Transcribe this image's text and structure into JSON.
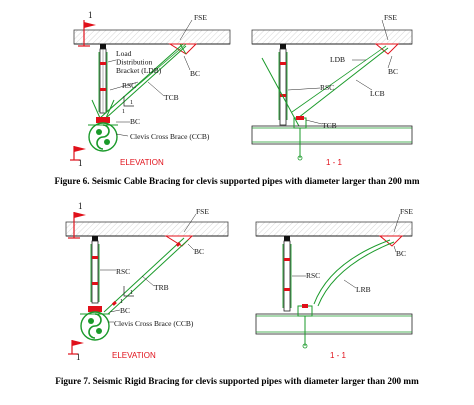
{
  "figure6": {
    "caption": "Figure 6. Seismic Cable Bracing for clevis supported pipes with diameter larger than 200 mm",
    "elevation": {
      "labels": {
        "section_mark": "1",
        "section_mark_bottom": "1",
        "fse": "FSE",
        "ldb": "Load\nDistribution\nBracket (LDB)",
        "bc_top": "BC",
        "rsc": "RSC",
        "tcb": "TCB",
        "slope_1a": "1",
        "slope_1b": "1",
        "bc_bottom": "BC",
        "ccb": "Clevis Cross Brace (CCB)",
        "title": "ELEVATION"
      }
    },
    "section": {
      "labels": {
        "fse": "FSE",
        "ldb": "LDB",
        "bc": "BC",
        "rsc": "RSC",
        "lcb": "LCB",
        "tcb": "TCB",
        "title": "1 - 1"
      }
    }
  },
  "figure7": {
    "caption": "Figure 7. Seismic Rigid Bracing for clevis supported pipes with diameter larger than 200 mm",
    "elevation": {
      "labels": {
        "section_mark": "1",
        "section_mark_bottom": "1",
        "fse": "FSE",
        "bc_top": "BC",
        "rsc": "RSC",
        "trb": "TRB",
        "slope_1a": "1",
        "slope_1b": "1",
        "bc_bottom": "BC",
        "ccb": "Clevis Cross Brace (CCB)",
        "title": "ELEVATION"
      }
    },
    "section": {
      "labels": {
        "fse": "FSE",
        "bc": "BC",
        "rsc": "RSC",
        "lrb": "LRB",
        "title": "1 - 1"
      }
    }
  },
  "colors": {
    "green": "#1a9a2a",
    "red": "#e0101a",
    "slab": "#444444"
  }
}
